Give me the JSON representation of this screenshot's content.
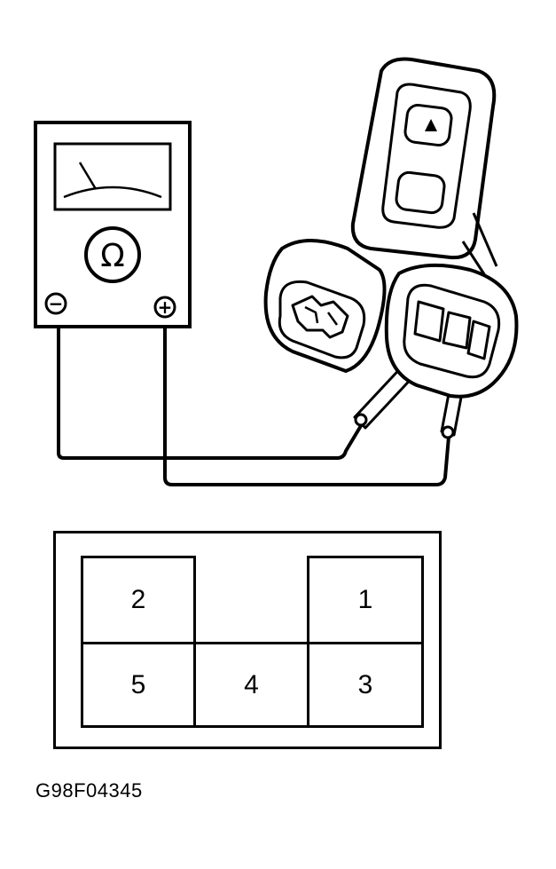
{
  "meter": {
    "symbol": "Ω",
    "negative_symbol": "−",
    "positive_symbol": "+"
  },
  "remote": {
    "button_icon": "up-triangle-icon"
  },
  "pin_layout": {
    "pins": [
      {
        "label": "2"
      },
      {
        "label": "1"
      },
      {
        "label": "5"
      },
      {
        "label": "4"
      },
      {
        "label": "3"
      }
    ]
  },
  "caption": "G98F04345",
  "colors": {
    "ink": "#000000",
    "background": "#ffffff"
  }
}
